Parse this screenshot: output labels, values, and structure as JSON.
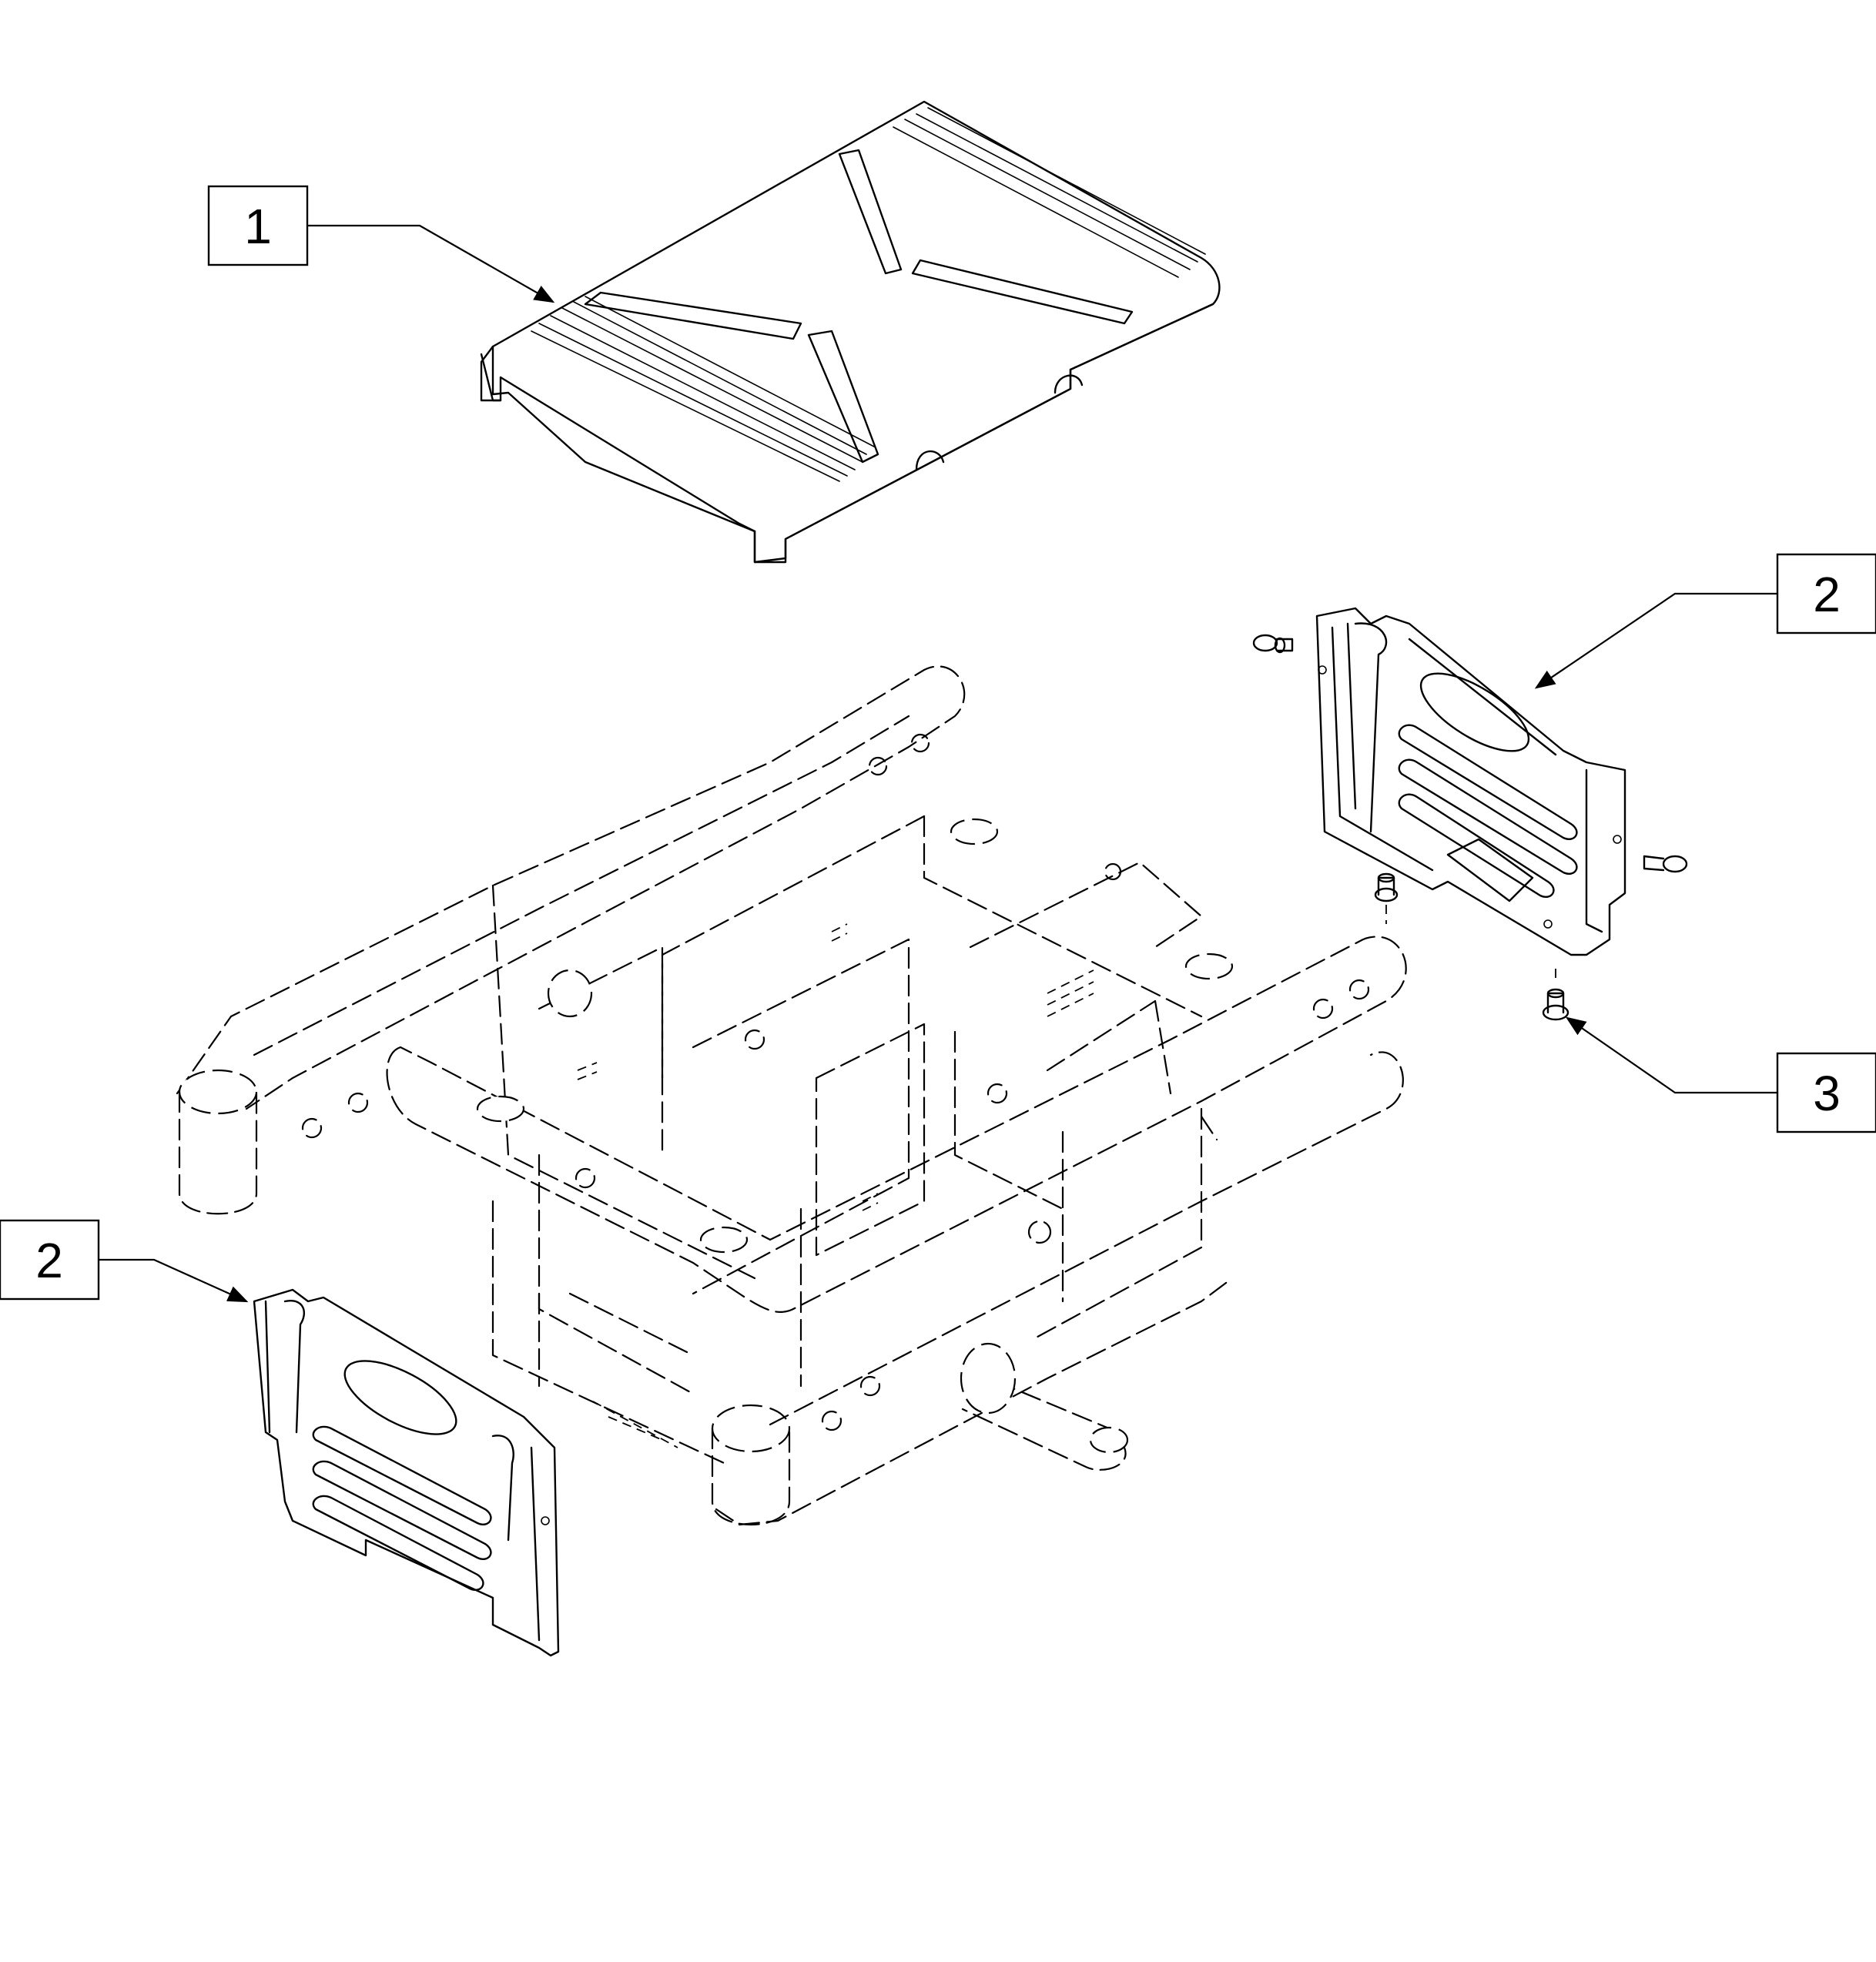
{
  "callouts": [
    {
      "id": "callout-1",
      "label": "1"
    },
    {
      "id": "callout-2-right",
      "label": "2"
    },
    {
      "id": "callout-3",
      "label": "3"
    },
    {
      "id": "callout-2-left",
      "label": "2"
    }
  ],
  "parts": {
    "top_cover": "shroud-top-cover",
    "side_cover": "shroud-side-cover",
    "fastener": "push-rivet-fastener",
    "frame": "base-frame-reference"
  }
}
